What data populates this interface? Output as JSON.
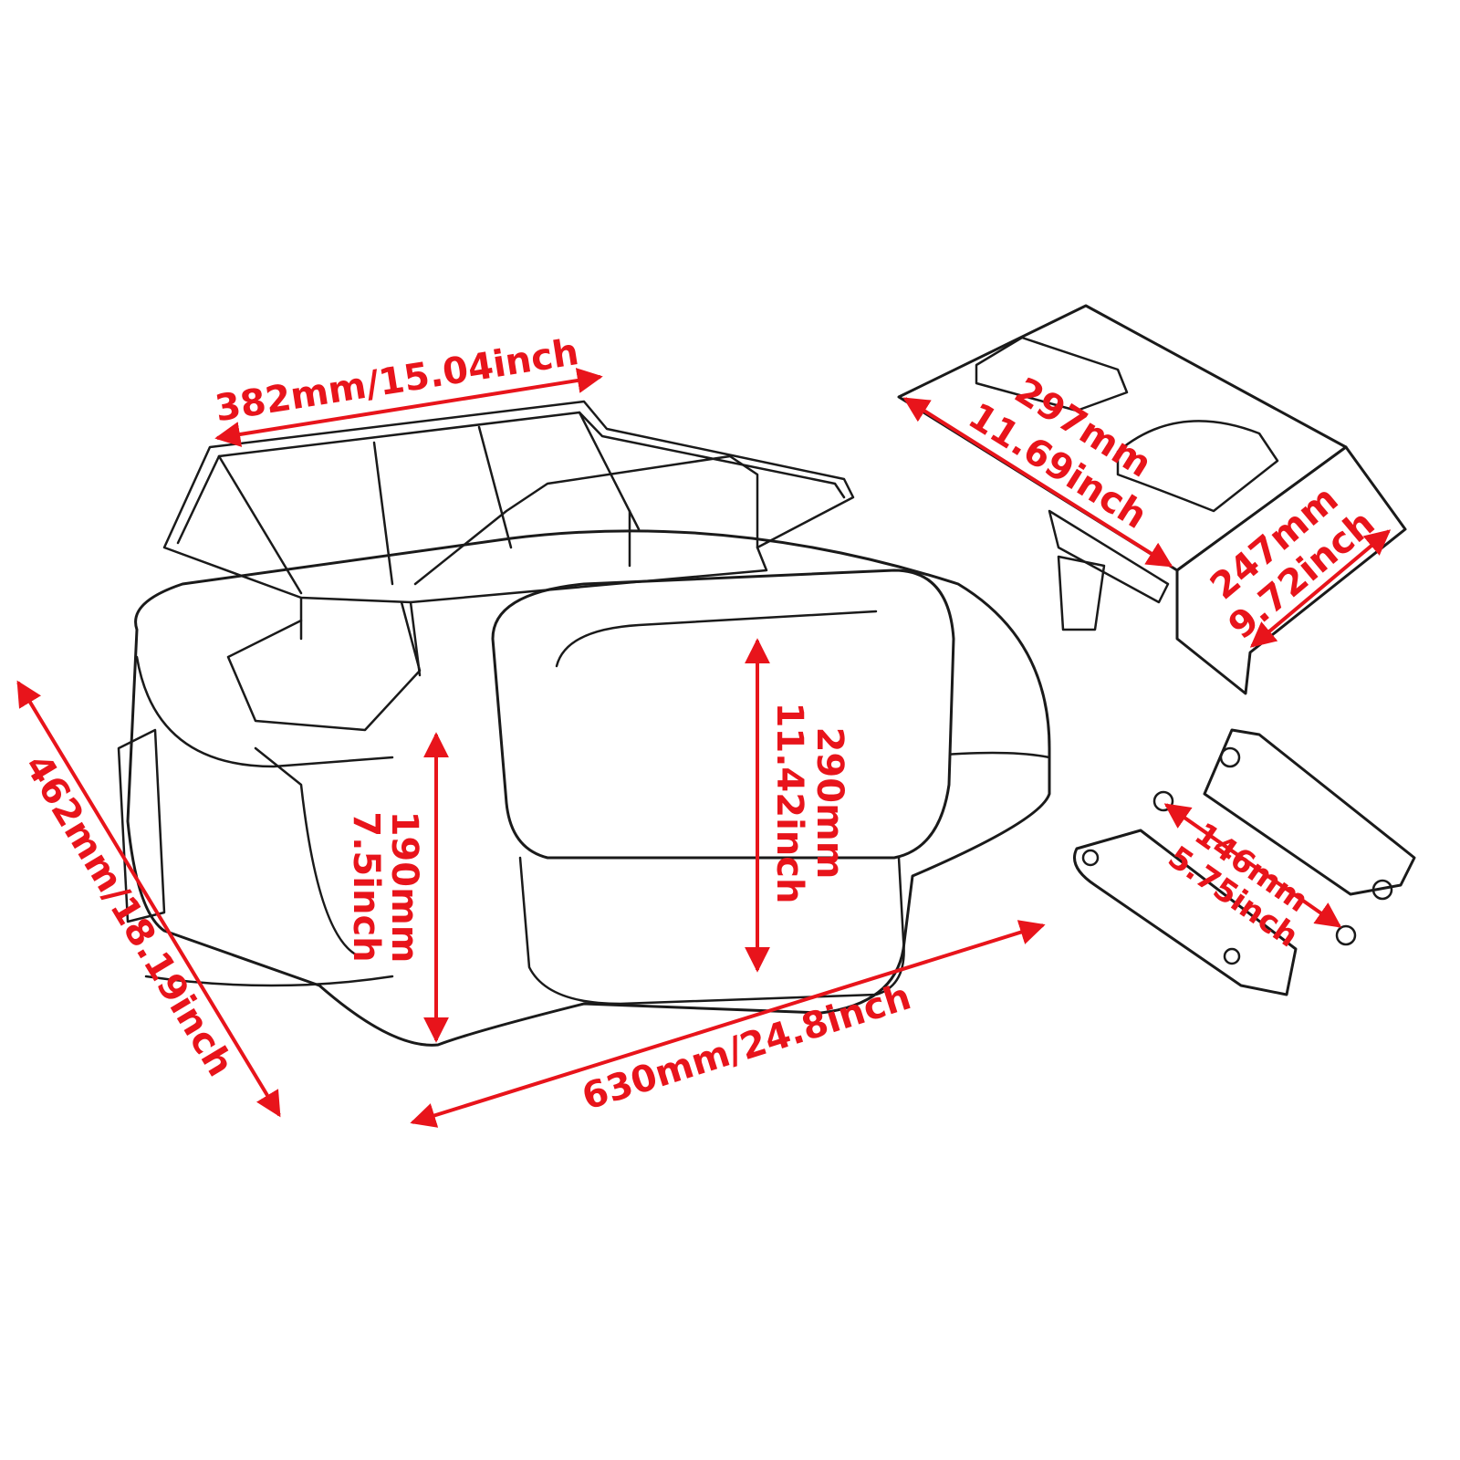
{
  "accent_color": "#e8141b",
  "dimensions": {
    "rack_length": "382mm/15.04inch",
    "trunk_depth": "462mm/18.19inch",
    "trunk_width": "630mm/24.8inch",
    "trunk_side_height": {
      "mm": "190mm",
      "inch": "7.5inch"
    },
    "backrest_height": {
      "mm": "290mm",
      "inch": "11.42inch"
    },
    "plate_length": {
      "mm": "297mm",
      "inch": "11.69inch"
    },
    "plate_width": {
      "mm": "247mm",
      "inch": "9.72inch"
    },
    "bracket_spacing": {
      "mm": "146mm",
      "inch": "5.75inch"
    }
  }
}
